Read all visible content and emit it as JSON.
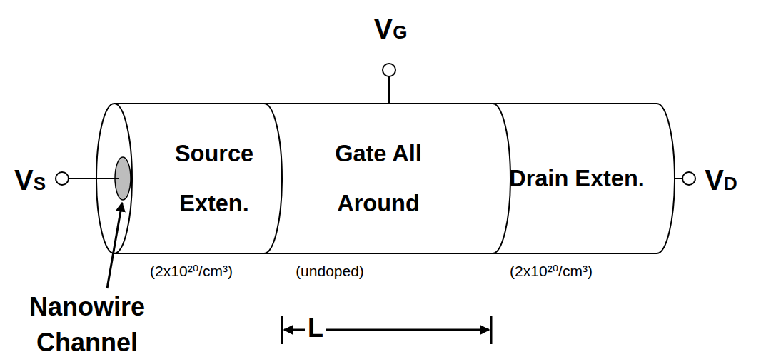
{
  "diagram": {
    "nodes": [
      {
        "text": [
          "Source Exten."
        ]
      },
      {
        "text": [
          "Gate All Around"
        ]
      },
      {
        "text": [
          "Drain Exten."
        ]
      }
    ],
    "labels": [
      "VG",
      "VS",
      "VD",
      "(2x10²⁰/cm³)",
      "(undoped)",
      "(2x10²⁰/cm³)",
      "Nanowire Channel",
      "L"
    ]
  }
}
